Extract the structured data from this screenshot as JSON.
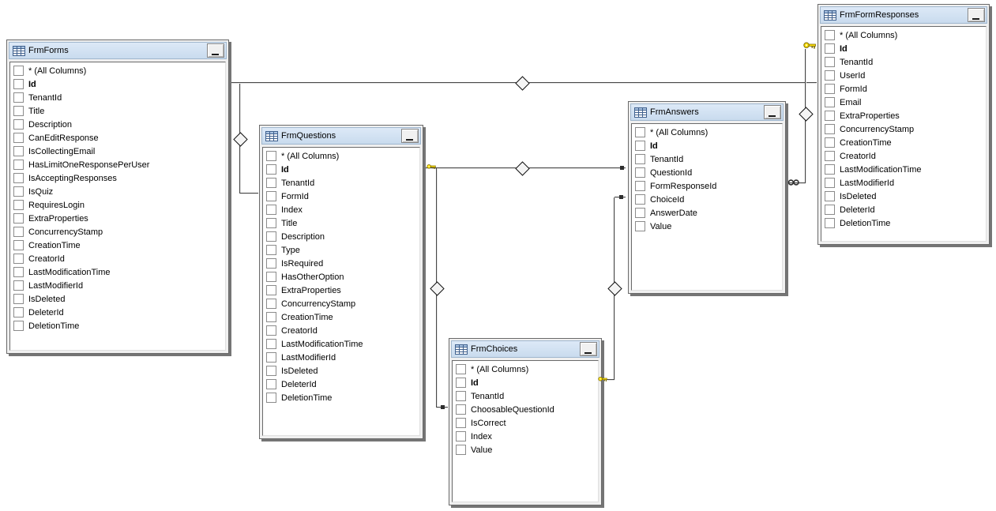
{
  "diagram": {
    "header": {
      "minimize_label": "_",
      "table_icon": "table-grid-icon"
    },
    "colors": {
      "background": "#ffffff",
      "header_bg_top": "#dde9f7",
      "header_bg_bottom": "#c9dbee",
      "box_frame": "#f0f0f0",
      "box_border": "#6a6a6a",
      "box_shadow": "#757575",
      "relationship_line": "#474747",
      "diamond_fill": "#f4f4f4",
      "key_yellow": "#ffe000"
    },
    "tables": [
      {
        "title": "FrmForms",
        "columns": [
          {
            "label": "* (All Columns)",
            "pk": false
          },
          {
            "label": "Id",
            "pk": true
          },
          {
            "label": "TenantId",
            "pk": false
          },
          {
            "label": "Title",
            "pk": false
          },
          {
            "label": "Description",
            "pk": false
          },
          {
            "label": "CanEditResponse",
            "pk": false
          },
          {
            "label": "IsCollectingEmail",
            "pk": false
          },
          {
            "label": "HasLimitOneResponsePerUser",
            "pk": false
          },
          {
            "label": "IsAcceptingResponses",
            "pk": false
          },
          {
            "label": "IsQuiz",
            "pk": false
          },
          {
            "label": "RequiresLogin",
            "pk": false
          },
          {
            "label": "ExtraProperties",
            "pk": false
          },
          {
            "label": "ConcurrencyStamp",
            "pk": false
          },
          {
            "label": "CreationTime",
            "pk": false
          },
          {
            "label": "CreatorId",
            "pk": false
          },
          {
            "label": "LastModificationTime",
            "pk": false
          },
          {
            "label": "LastModifierId",
            "pk": false
          },
          {
            "label": "IsDeleted",
            "pk": false
          },
          {
            "label": "DeleterId",
            "pk": false
          },
          {
            "label": "DeletionTime",
            "pk": false
          }
        ]
      },
      {
        "title": "FrmQuestions",
        "columns": [
          {
            "label": "* (All Columns)",
            "pk": false
          },
          {
            "label": "Id",
            "pk": true
          },
          {
            "label": "TenantId",
            "pk": false
          },
          {
            "label": "FormId",
            "pk": false
          },
          {
            "label": "Index",
            "pk": false
          },
          {
            "label": "Title",
            "pk": false
          },
          {
            "label": "Description",
            "pk": false
          },
          {
            "label": "Type",
            "pk": false
          },
          {
            "label": "IsRequired",
            "pk": false
          },
          {
            "label": "HasOtherOption",
            "pk": false
          },
          {
            "label": "ExtraProperties",
            "pk": false
          },
          {
            "label": "ConcurrencyStamp",
            "pk": false
          },
          {
            "label": "CreationTime",
            "pk": false
          },
          {
            "label": "CreatorId",
            "pk": false
          },
          {
            "label": "LastModificationTime",
            "pk": false
          },
          {
            "label": "LastModifierId",
            "pk": false
          },
          {
            "label": "IsDeleted",
            "pk": false
          },
          {
            "label": "DeleterId",
            "pk": false
          },
          {
            "label": "DeletionTime",
            "pk": false
          }
        ]
      },
      {
        "title": "FrmAnswers",
        "columns": [
          {
            "label": "* (All Columns)",
            "pk": false
          },
          {
            "label": "Id",
            "pk": true
          },
          {
            "label": "TenantId",
            "pk": false
          },
          {
            "label": "QuestionId",
            "pk": false
          },
          {
            "label": "FormResponseId",
            "pk": false
          },
          {
            "label": "ChoiceId",
            "pk": false
          },
          {
            "label": "AnswerDate",
            "pk": false
          },
          {
            "label": "Value",
            "pk": false
          }
        ]
      },
      {
        "title": "FrmChoices",
        "columns": [
          {
            "label": "* (All Columns)",
            "pk": false
          },
          {
            "label": "Id",
            "pk": true
          },
          {
            "label": "TenantId",
            "pk": false
          },
          {
            "label": "ChoosableQuestionId",
            "pk": false
          },
          {
            "label": "IsCorrect",
            "pk": false
          },
          {
            "label": "Index",
            "pk": false
          },
          {
            "label": "Value",
            "pk": false
          }
        ]
      },
      {
        "title": "FrmFormResponses",
        "columns": [
          {
            "label": "* (All Columns)",
            "pk": false
          },
          {
            "label": "Id",
            "pk": true
          },
          {
            "label": "TenantId",
            "pk": false
          },
          {
            "label": "UserId",
            "pk": false
          },
          {
            "label": "FormId",
            "pk": false
          },
          {
            "label": "Email",
            "pk": false
          },
          {
            "label": "ExtraProperties",
            "pk": false
          },
          {
            "label": "ConcurrencyStamp",
            "pk": false
          },
          {
            "label": "CreationTime",
            "pk": false
          },
          {
            "label": "CreatorId",
            "pk": false
          },
          {
            "label": "LastModificationTime",
            "pk": false
          },
          {
            "label": "LastModifierId",
            "pk": false
          },
          {
            "label": "IsDeleted",
            "pk": false
          },
          {
            "label": "DeleterId",
            "pk": false
          },
          {
            "label": "DeletionTime",
            "pk": false
          }
        ]
      }
    ],
    "relationships": [
      {
        "from_table": "FrmForms",
        "from_column": "Id",
        "to_table": "FrmQuestions",
        "to_column": "FormId",
        "join_marker": "diamond"
      },
      {
        "from_table": "FrmForms",
        "from_column": "Id",
        "to_table": "FrmFormResponses",
        "to_column": "FormId",
        "join_marker": "diamond"
      },
      {
        "from_table": "FrmQuestions",
        "from_column": "Id",
        "to_table": "FrmAnswers",
        "to_column": "QuestionId",
        "join_marker": "diamond",
        "from_icon": "key-icon"
      },
      {
        "from_table": "FrmQuestions",
        "from_column": "Id",
        "to_table": "FrmChoices",
        "to_column": "ChoosableQuestionId",
        "join_marker": "diamond"
      },
      {
        "from_table": "FrmChoices",
        "from_column": "Id",
        "to_table": "FrmAnswers",
        "to_column": "ChoiceId",
        "join_marker": "diamond",
        "from_icon": "key-icon"
      },
      {
        "from_table": "FrmFormResponses",
        "from_column": "Id",
        "to_table": "FrmAnswers",
        "to_column": "FormResponseId",
        "join_marker": "diamond",
        "from_icon": "key-icon",
        "to_icon": "infinity-icon"
      }
    ]
  }
}
